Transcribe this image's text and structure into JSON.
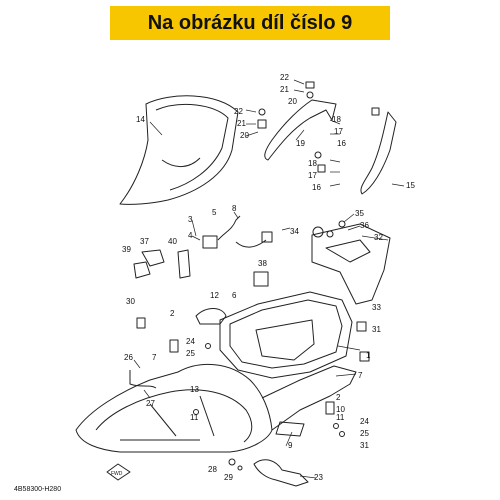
{
  "banner": {
    "text": "Na obrázku díl číslo 9",
    "color": "#f7c600"
  },
  "diagram": {
    "code": "4B58300-H280",
    "fwd_label": "FWD",
    "callouts": [
      {
        "id": "c22a",
        "text": "22"
      },
      {
        "id": "c21a",
        "text": "21"
      },
      {
        "id": "c20a",
        "text": "20"
      },
      {
        "id": "c22b",
        "text": "22"
      },
      {
        "id": "c21b",
        "text": "21"
      },
      {
        "id": "c20b",
        "text": "20"
      },
      {
        "id": "c14",
        "text": "14"
      },
      {
        "id": "c19",
        "text": "19"
      },
      {
        "id": "c18a",
        "text": "18"
      },
      {
        "id": "c17a",
        "text": "17"
      },
      {
        "id": "c16a",
        "text": "16"
      },
      {
        "id": "c18b",
        "text": "18"
      },
      {
        "id": "c17b",
        "text": "17"
      },
      {
        "id": "c16b",
        "text": "16"
      },
      {
        "id": "c15",
        "text": "15"
      },
      {
        "id": "c3",
        "text": "3"
      },
      {
        "id": "c5",
        "text": "5"
      },
      {
        "id": "c8",
        "text": "8"
      },
      {
        "id": "c4",
        "text": "4"
      },
      {
        "id": "c34",
        "text": "34"
      },
      {
        "id": "c35",
        "text": "35"
      },
      {
        "id": "c36",
        "text": "36"
      },
      {
        "id": "c32",
        "text": "32"
      },
      {
        "id": "c39",
        "text": "39"
      },
      {
        "id": "c37",
        "text": "37"
      },
      {
        "id": "c40",
        "text": "40"
      },
      {
        "id": "c38",
        "text": "38"
      },
      {
        "id": "c12",
        "text": "12"
      },
      {
        "id": "c6",
        "text": "6"
      },
      {
        "id": "c30",
        "text": "30"
      },
      {
        "id": "c33",
        "text": "33"
      },
      {
        "id": "c31",
        "text": "31"
      },
      {
        "id": "c2a",
        "text": "2"
      },
      {
        "id": "c24a",
        "text": "24"
      },
      {
        "id": "c25a",
        "text": "25"
      },
      {
        "id": "c26",
        "text": "26"
      },
      {
        "id": "c7a",
        "text": "7"
      },
      {
        "id": "c1",
        "text": "1"
      },
      {
        "id": "c27",
        "text": "27"
      },
      {
        "id": "c13",
        "text": "13"
      },
      {
        "id": "c11a",
        "text": "11"
      },
      {
        "id": "c7b",
        "text": "7"
      },
      {
        "id": "c2b",
        "text": "2"
      },
      {
        "id": "c10",
        "text": "10"
      },
      {
        "id": "c11b",
        "text": "11"
      },
      {
        "id": "c24b",
        "text": "24"
      },
      {
        "id": "c25b",
        "text": "25"
      },
      {
        "id": "c31b",
        "text": "31"
      },
      {
        "id": "c9",
        "text": "9"
      },
      {
        "id": "c28",
        "text": "28"
      },
      {
        "id": "c29",
        "text": "29"
      },
      {
        "id": "c23",
        "text": "23"
      }
    ]
  }
}
